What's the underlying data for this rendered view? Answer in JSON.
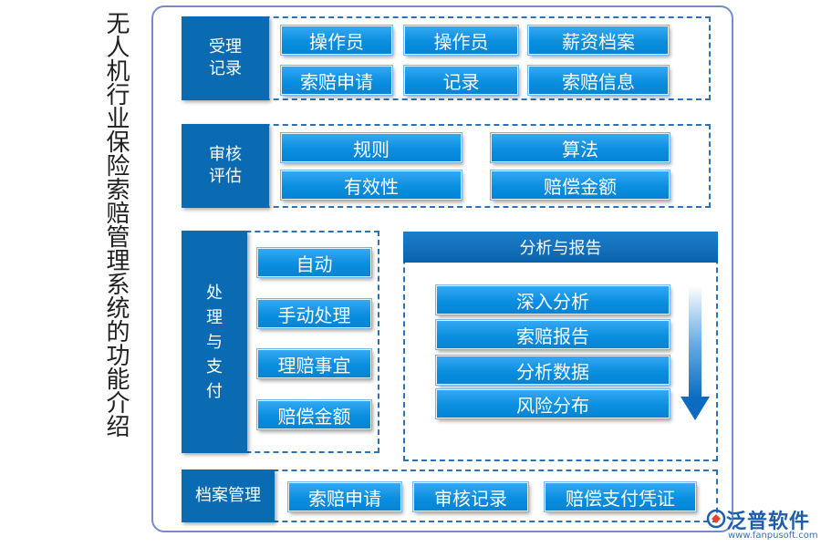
{
  "title": "无人机行业保险索赔管理系统的功能介绍",
  "sections": {
    "intake": {
      "label_line1": "受理",
      "label_line2": "记录",
      "buttons": [
        "操作员",
        "操作员",
        "薪资档案",
        "索赔申请",
        "记录",
        "索赔信息"
      ]
    },
    "review": {
      "label_line1": "审核",
      "label_line2": "评估",
      "buttons": [
        "规则",
        "算法",
        "有效性",
        "赔偿金额"
      ]
    },
    "process": {
      "label_chars": [
        "处",
        "理",
        "与",
        "支",
        "付"
      ],
      "buttons": [
        "自动",
        "手动处理",
        "理赔事宜",
        "赔偿金额"
      ]
    },
    "analysis": {
      "header": "分析与报告",
      "buttons": [
        "深入分析",
        "索赔报告",
        "分析数据",
        "风险分布"
      ]
    },
    "archive": {
      "label": "档案管理",
      "buttons": [
        "索赔申请",
        "审核记录",
        "赔偿支付凭证"
      ]
    }
  },
  "logo": {
    "name": "泛普软件",
    "url": "www.fanpusoft.com"
  },
  "colors": {
    "label_bg": "#0b6bb2",
    "button_bg": "#0a8fe0",
    "dash_border": "#2b73b6",
    "frame_border": "#6f8ec9"
  }
}
